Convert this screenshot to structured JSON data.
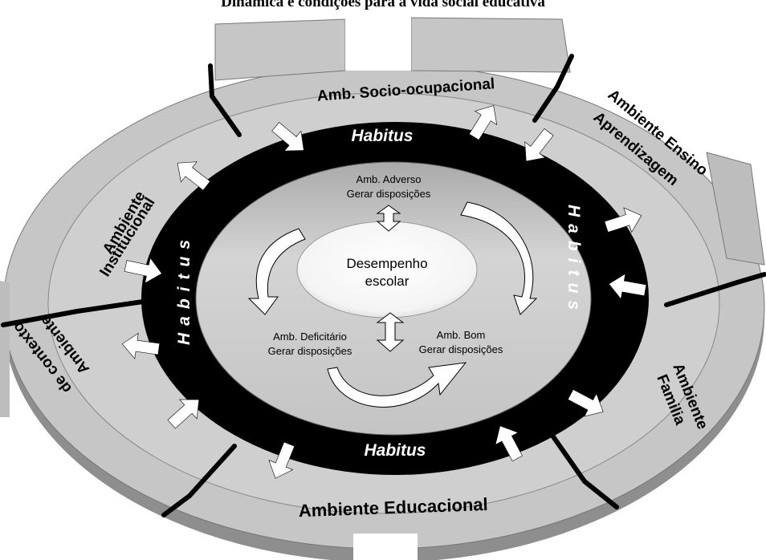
{
  "title": "Dinâmica e condições para a vida social educativa",
  "outer_ring": {
    "socio_ocupacional": "Amb. Socio-ocupacional",
    "ensino_line1": "Ambiente Ensino",
    "ensino_line2": "Aprendizagem",
    "familia_line1": "Ambiente",
    "familia_line2": "Familia",
    "educacional": "Ambiente Educacional",
    "contexto_line1": "Ambiente",
    "contexto_line2": "de contexto",
    "institucional_line1": "Ambiente",
    "institucional_line2": "Institucional"
  },
  "habitus_ring": {
    "top": "Habitus",
    "right": "Habitus",
    "bottom": "Habitus",
    "left": "Habitus"
  },
  "inner_ring": {
    "adverso_line1": "Amb. Adverso",
    "adverso_line2": "Gerar disposições",
    "deficitario_line1": "Amb. Deficitário",
    "deficitario_line2": "Gerar disposições",
    "bom_line1": "Amb. Bom",
    "bom_line2": "Gerar disposições"
  },
  "center": {
    "line1": "Desempenho",
    "line2": "escolar"
  },
  "colors": {
    "ring_light": "#c9c9c9",
    "ring_shadow": "#9a9a9a",
    "habitus_band": "#000000",
    "arrow_fill": "#ffffff",
    "center_fill": "#ffffff"
  }
}
